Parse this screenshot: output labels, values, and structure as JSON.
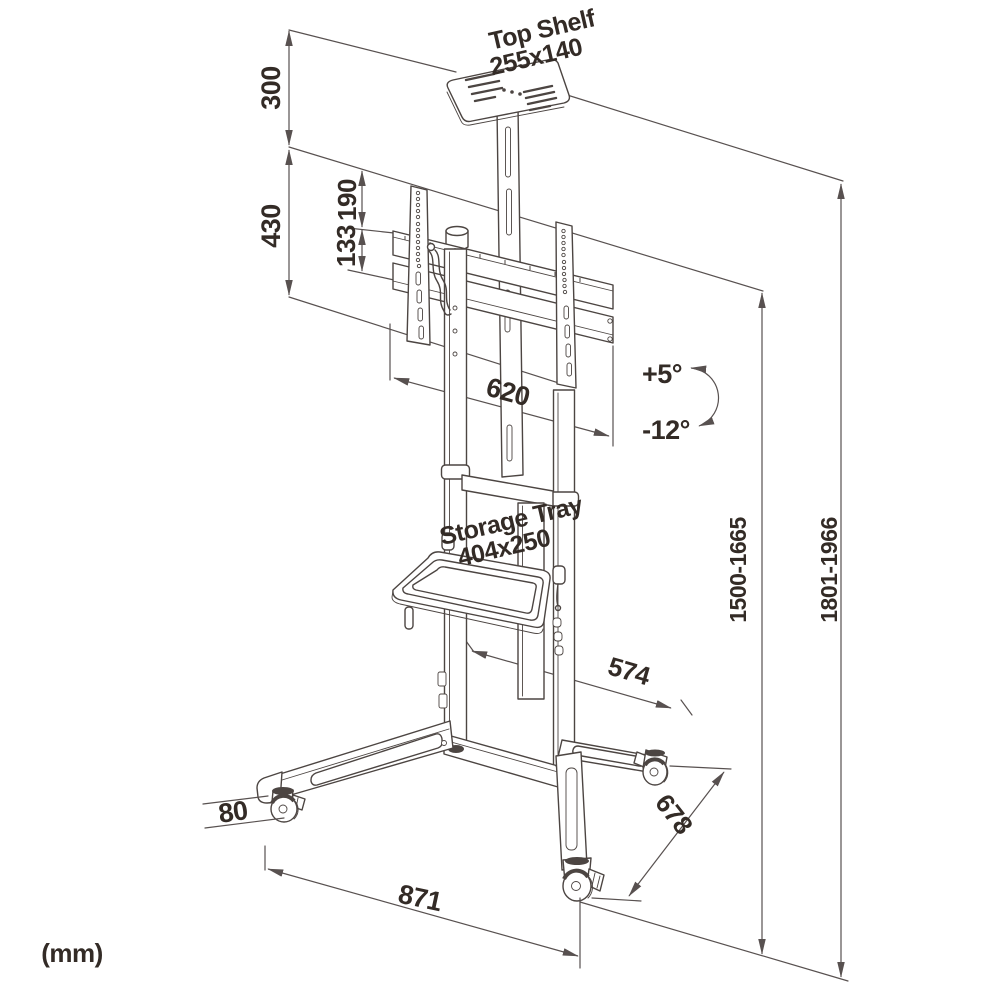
{
  "unit_label": "(mm)",
  "top_shelf": {
    "name": "Top Shelf",
    "size": "255x140"
  },
  "storage_tray": {
    "name": "Storage Tray",
    "size": "404x250"
  },
  "tilt_range": {
    "up": "+5°",
    "down": "-12°"
  },
  "dimensions": {
    "shelf_to_bracket_top": "300",
    "bracket_height": "430",
    "bracket_top_to_rail": "190",
    "rail_section_height": "133",
    "rail_length": "620",
    "leg_reach": "574",
    "base_depth": "678",
    "caster_height": "80",
    "base_width": "871",
    "bracket_height_range": "1500-1665",
    "overall_height_range": "1801-1966"
  },
  "colors": {
    "drawing_line": "#4c4542",
    "dimension_line": "#585150",
    "label_text": "#332b26",
    "background": "#ffffff"
  }
}
